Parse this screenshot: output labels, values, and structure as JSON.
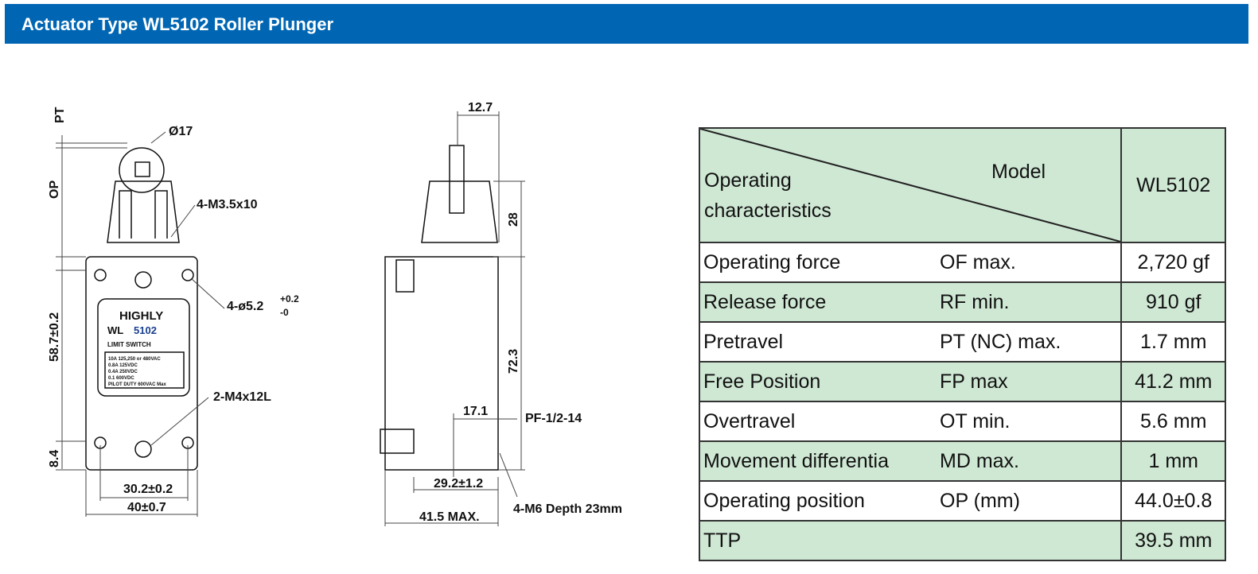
{
  "header": {
    "title": "Actuator Type WL5102 Roller Plunger"
  },
  "front_view": {
    "pt": "PT",
    "op": "OP",
    "roller_dia": "Ø17",
    "screw_top": "4-M3.5x10",
    "hole": "4-ø5.2",
    "tol_plus": "+0.2",
    "tol_minus": "-0",
    "height": "58.7±0.2",
    "bottom": "8.4",
    "screw_bottom": "2-M4x12L",
    "width_inner": "30.2±0.2",
    "width_outer": "40±0.7",
    "label": {
      "brand": "HIGHLY",
      "model_prefix": "WL",
      "model_num": "5102",
      "type": "LIMIT SWITCH",
      "ratings": [
        "10A 125,250 or 480VAC",
        "0.8A 125VDC",
        "0.4A 250VDC",
        "0.1 600VDC",
        "PILOT DUTY 600VAC Max"
      ]
    }
  },
  "side_view": {
    "top_width": "12.7",
    "dim_28": "28",
    "dim_72": "72.3",
    "dim_17": "17.1",
    "conduit": "PF-1/2-14",
    "dim_29": "29.2±1.2",
    "max_width": "41.5 MAX.",
    "mount": "4-M6 Depth 23mm"
  },
  "table": {
    "corner_left": "Operating characteristics",
    "corner_right": "Model",
    "model": "WL5102",
    "rows": [
      {
        "name": "Operating force",
        "symbol": "OF max.",
        "value": "2,720 gf"
      },
      {
        "name": "Release force",
        "symbol": "RF min.",
        "value": "910 gf"
      },
      {
        "name": "Pretravel",
        "symbol": "PT (NC) max.",
        "value": "1.7 mm"
      },
      {
        "name": "Free Position",
        "symbol": "FP max",
        "value": "41.2 mm"
      },
      {
        "name": "Overtravel",
        "symbol": "OT min.",
        "value": "5.6 mm"
      },
      {
        "name": "Movement differentia",
        "symbol": "MD max.",
        "value": "1 mm"
      },
      {
        "name": "Operating position",
        "symbol": "OP (mm)",
        "value": "44.0±0.8"
      },
      {
        "name": "TTP",
        "symbol": "",
        "value": "39.5 mm"
      }
    ]
  },
  "colors": {
    "header": "#0066b3",
    "table_green": "#cfe8d4"
  }
}
